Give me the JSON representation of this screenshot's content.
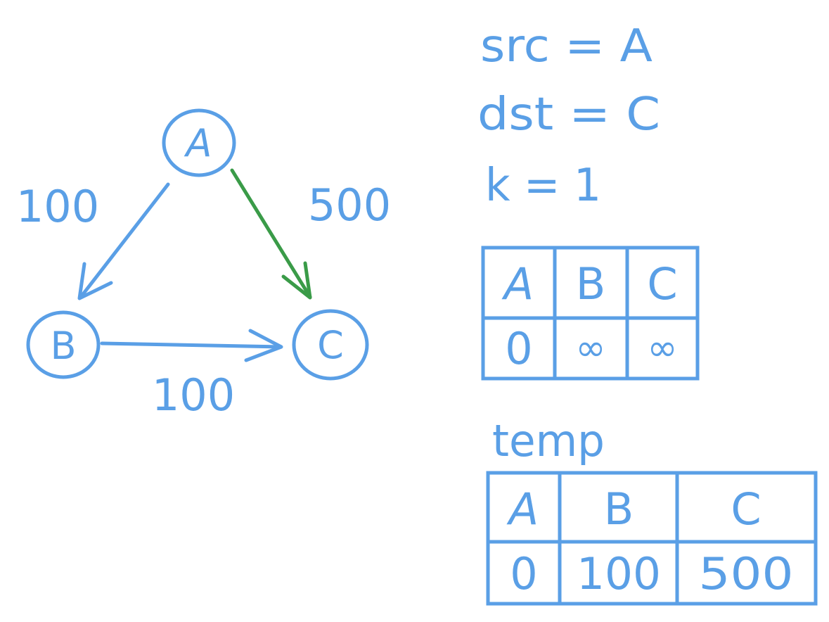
{
  "graph": {
    "nodes": [
      {
        "id": "A",
        "label": "A"
      },
      {
        "id": "B",
        "label": "B"
      },
      {
        "id": "C",
        "label": "C"
      }
    ],
    "edges": [
      {
        "from": "A",
        "to": "B",
        "weight": "100",
        "color": "#5a9fe6"
      },
      {
        "from": "A",
        "to": "C",
        "weight": "500",
        "color": "#3a9b48"
      },
      {
        "from": "B",
        "to": "C",
        "weight": "100",
        "color": "#5a9fe6"
      }
    ]
  },
  "params": {
    "src": "src = A",
    "dst": "dst = C",
    "k": "k = 1"
  },
  "dist_table": {
    "headers": [
      "A",
      "B",
      "C"
    ],
    "values": [
      "0",
      "∞",
      "∞"
    ]
  },
  "temp_table": {
    "title": "temp",
    "headers": [
      "A",
      "B",
      "C"
    ],
    "values": [
      "0",
      "100",
      "500"
    ]
  },
  "colors": {
    "ink": "#5a9fe6",
    "highlight": "#3a9b48",
    "background": "#ffffff"
  }
}
